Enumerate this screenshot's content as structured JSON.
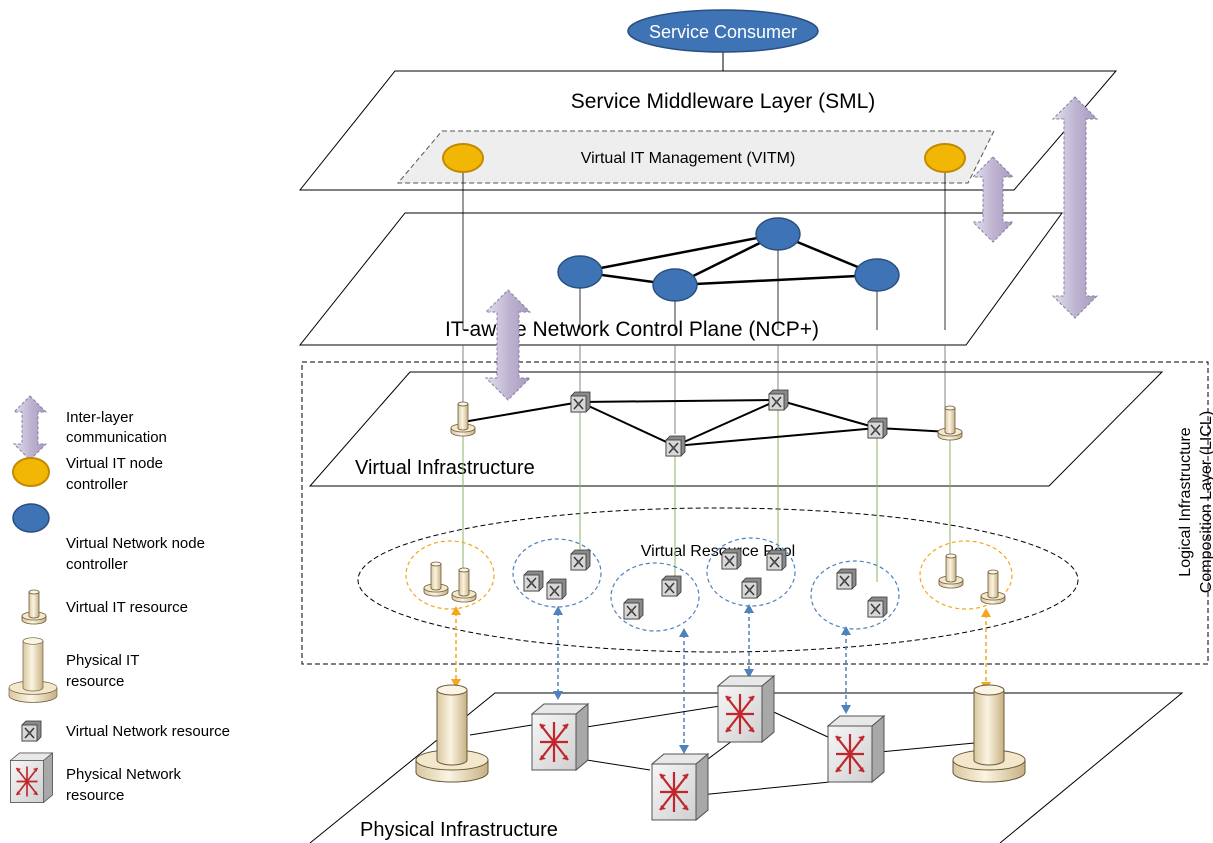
{
  "consumer": {
    "label": "Service Consumer"
  },
  "sml": {
    "title": "Service Middleware Layer (SML)",
    "vitm_label": "Virtual IT Management (VITM)"
  },
  "ncp": {
    "title": "IT-aware Network Control Plane (NCP+)"
  },
  "vi": {
    "title": "Virtual Infrastructure"
  },
  "pool": {
    "title": "Virtual Resource Pool"
  },
  "pi": {
    "title": "Physical Infrastructure"
  },
  "licl": {
    "line1": "Logical Infrastructure",
    "line2": "Composition Layer (LICL)"
  },
  "legend": {
    "comm": [
      "Inter-layer",
      "communication"
    ],
    "it_ctrl": [
      "Virtual  IT node",
      "controller"
    ],
    "net_ctrl": [
      "Virtual Network node",
      "controller"
    ],
    "v_it": [
      "Virtual IT resource"
    ],
    "p_it": [
      "Physical IT",
      "resource"
    ],
    "v_net": [
      "Virtual  Network resource"
    ],
    "p_net": [
      "Physical  Network",
      "resource"
    ]
  },
  "colors": {
    "it_controller": "#F2B705",
    "net_controller": "#3E74B5",
    "consumer": "#3E74B5",
    "arrow": "#C9C2D9",
    "it_link": "#F2A81C",
    "net_link": "#4F81BD",
    "vertical_link": "#8DB36B",
    "router_red": "#C0262B"
  }
}
